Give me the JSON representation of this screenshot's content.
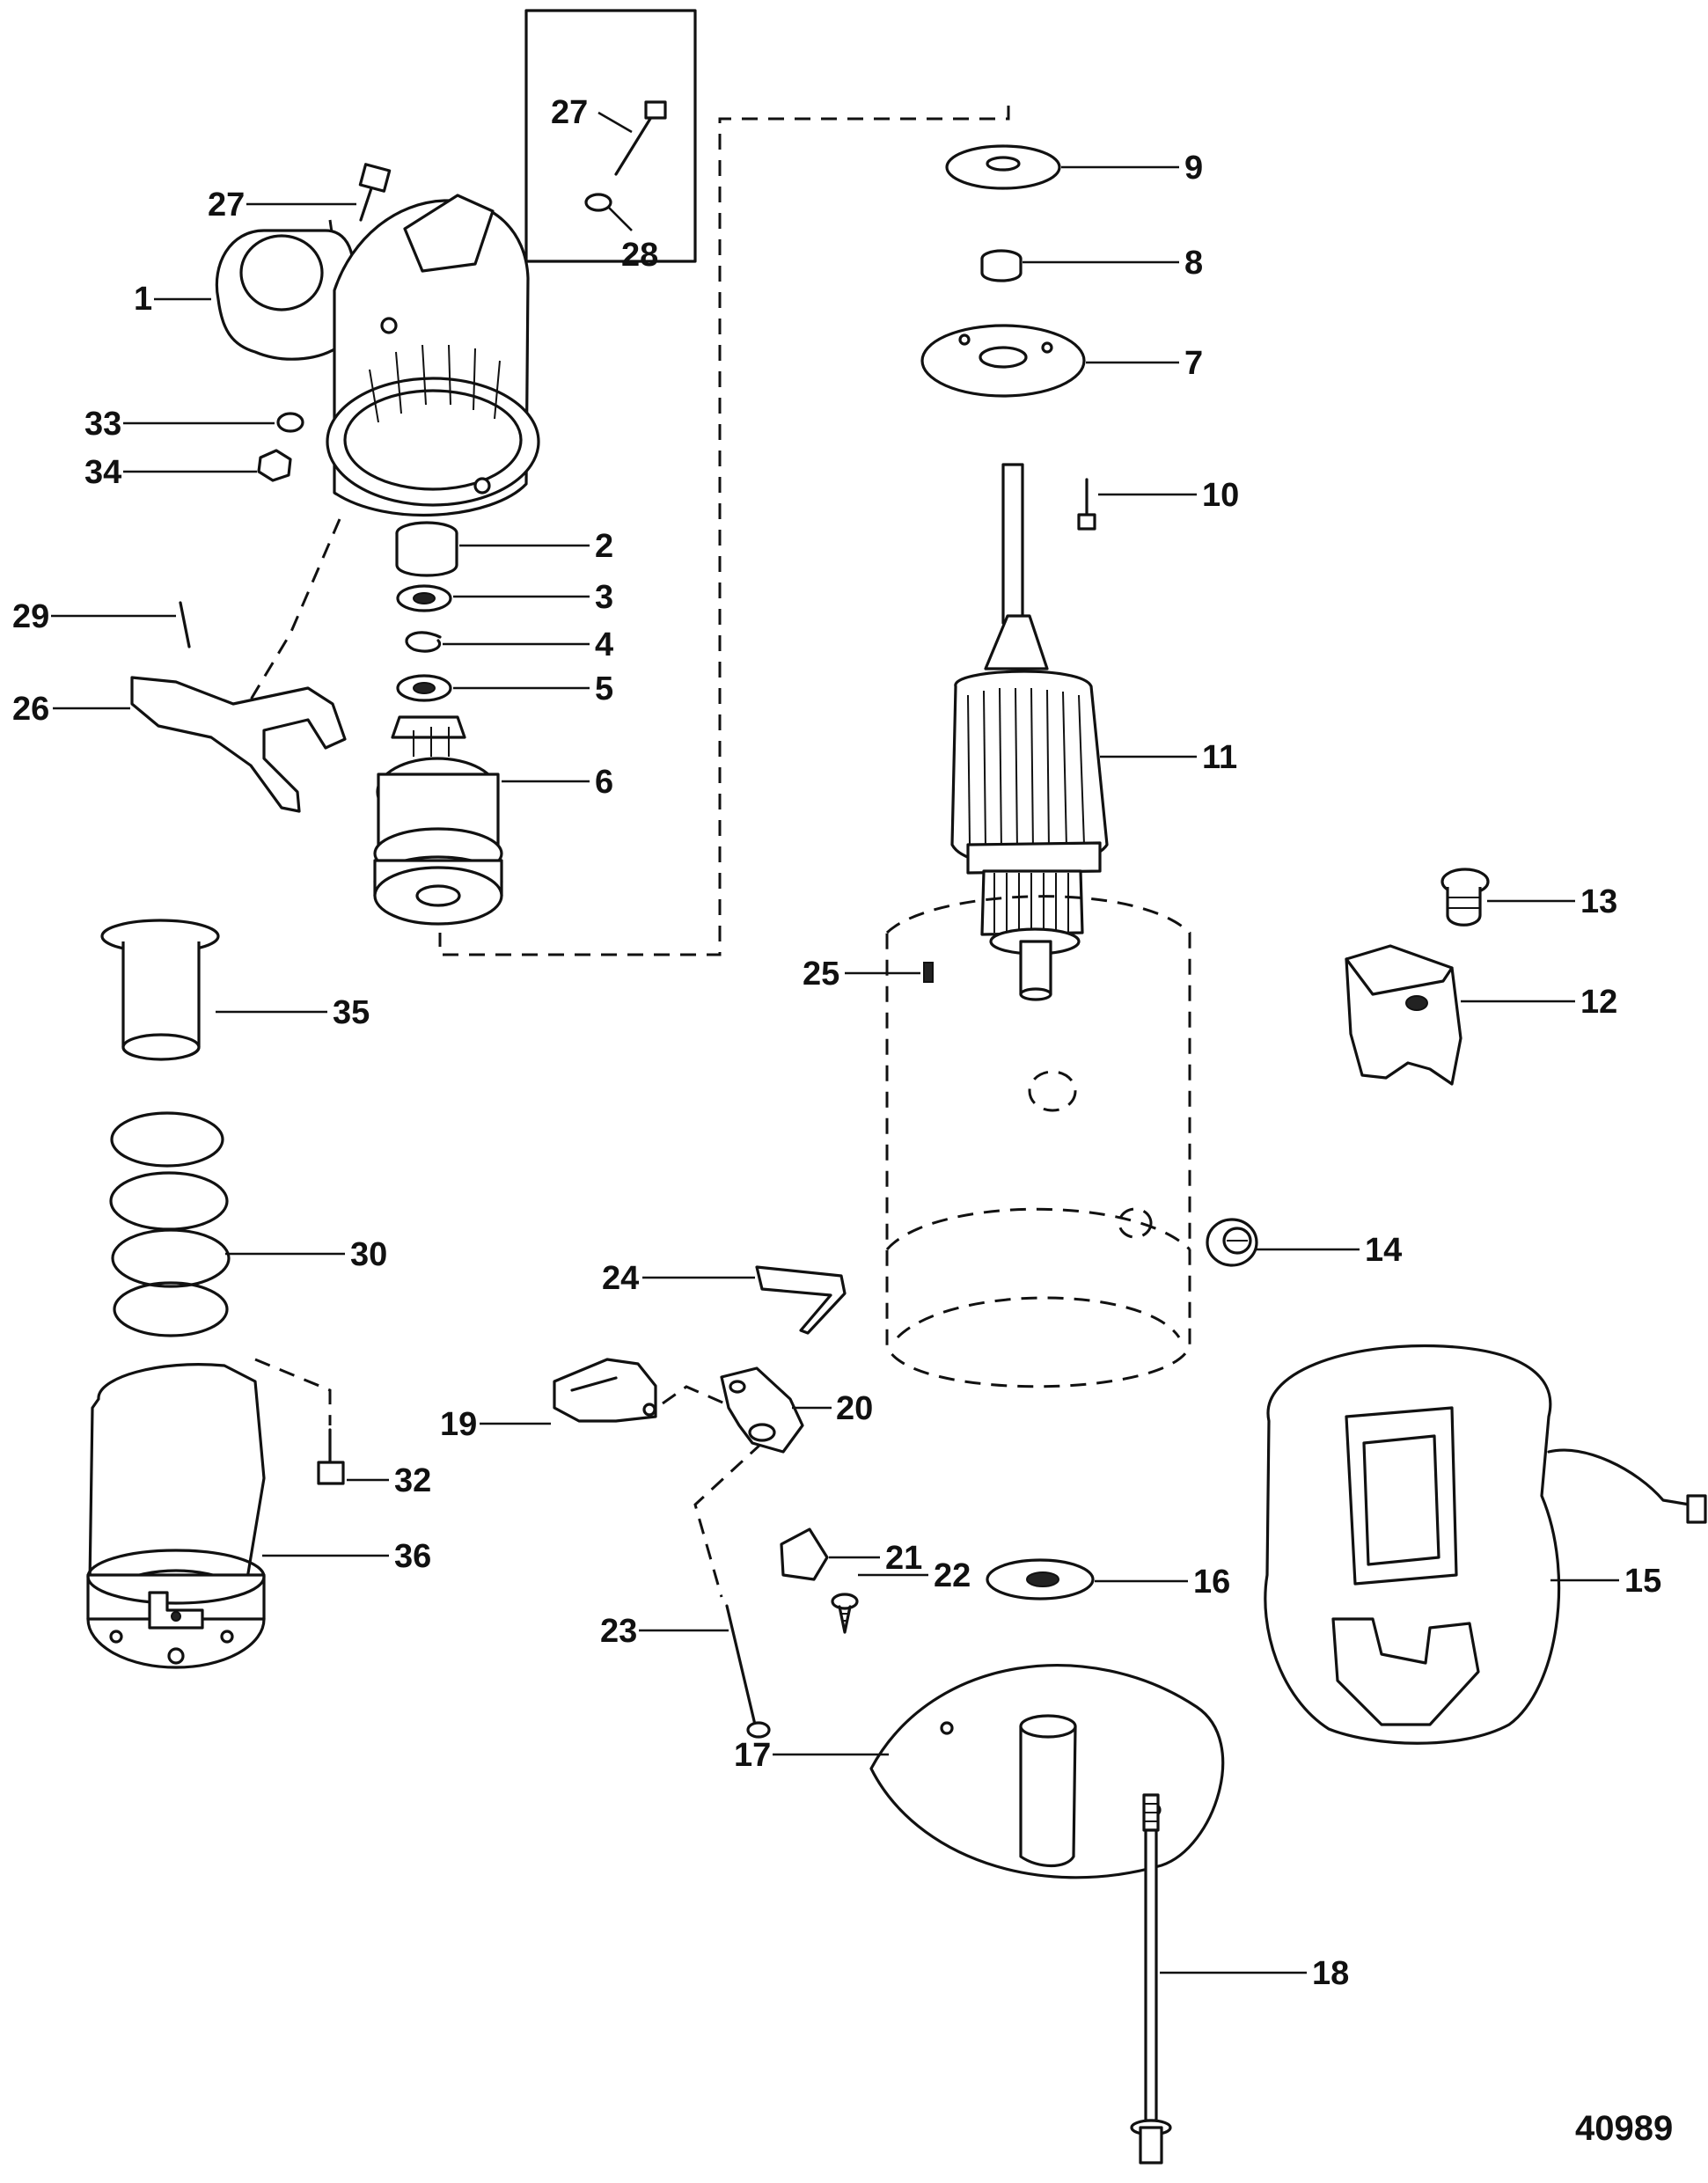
{
  "callouts": [
    {
      "id": "c27a",
      "label": "27"
    },
    {
      "id": "c1",
      "label": "1"
    },
    {
      "id": "c33",
      "label": "33"
    },
    {
      "id": "c34",
      "label": "34"
    },
    {
      "id": "c29",
      "label": "29"
    },
    {
      "id": "c26",
      "label": "26"
    },
    {
      "id": "c2",
      "label": "2"
    },
    {
      "id": "c3",
      "label": "3"
    },
    {
      "id": "c4",
      "label": "4"
    },
    {
      "id": "c5",
      "label": "5"
    },
    {
      "id": "c6",
      "label": "6"
    },
    {
      "id": "c27b",
      "label": "27"
    },
    {
      "id": "c28",
      "label": "28"
    },
    {
      "id": "c9",
      "label": "9"
    },
    {
      "id": "c8",
      "label": "8"
    },
    {
      "id": "c7",
      "label": "7"
    },
    {
      "id": "c10",
      "label": "10"
    },
    {
      "id": "c11",
      "label": "11"
    },
    {
      "id": "c25",
      "label": "25"
    },
    {
      "id": "c13",
      "label": "13"
    },
    {
      "id": "c12",
      "label": "12"
    },
    {
      "id": "c35",
      "label": "35"
    },
    {
      "id": "c30",
      "label": "30"
    },
    {
      "id": "c14",
      "label": "14"
    },
    {
      "id": "c24",
      "label": "24"
    },
    {
      "id": "c19",
      "label": "19"
    },
    {
      "id": "c20",
      "label": "20"
    },
    {
      "id": "c32",
      "label": "32"
    },
    {
      "id": "c36",
      "label": "36"
    },
    {
      "id": "c21",
      "label": "21"
    },
    {
      "id": "c22",
      "label": "22"
    },
    {
      "id": "c16",
      "label": "16"
    },
    {
      "id": "c15",
      "label": "15"
    },
    {
      "id": "c23",
      "label": "23"
    },
    {
      "id": "c17",
      "label": "17"
    },
    {
      "id": "c18",
      "label": "18"
    }
  ],
  "figure_number": "40989"
}
